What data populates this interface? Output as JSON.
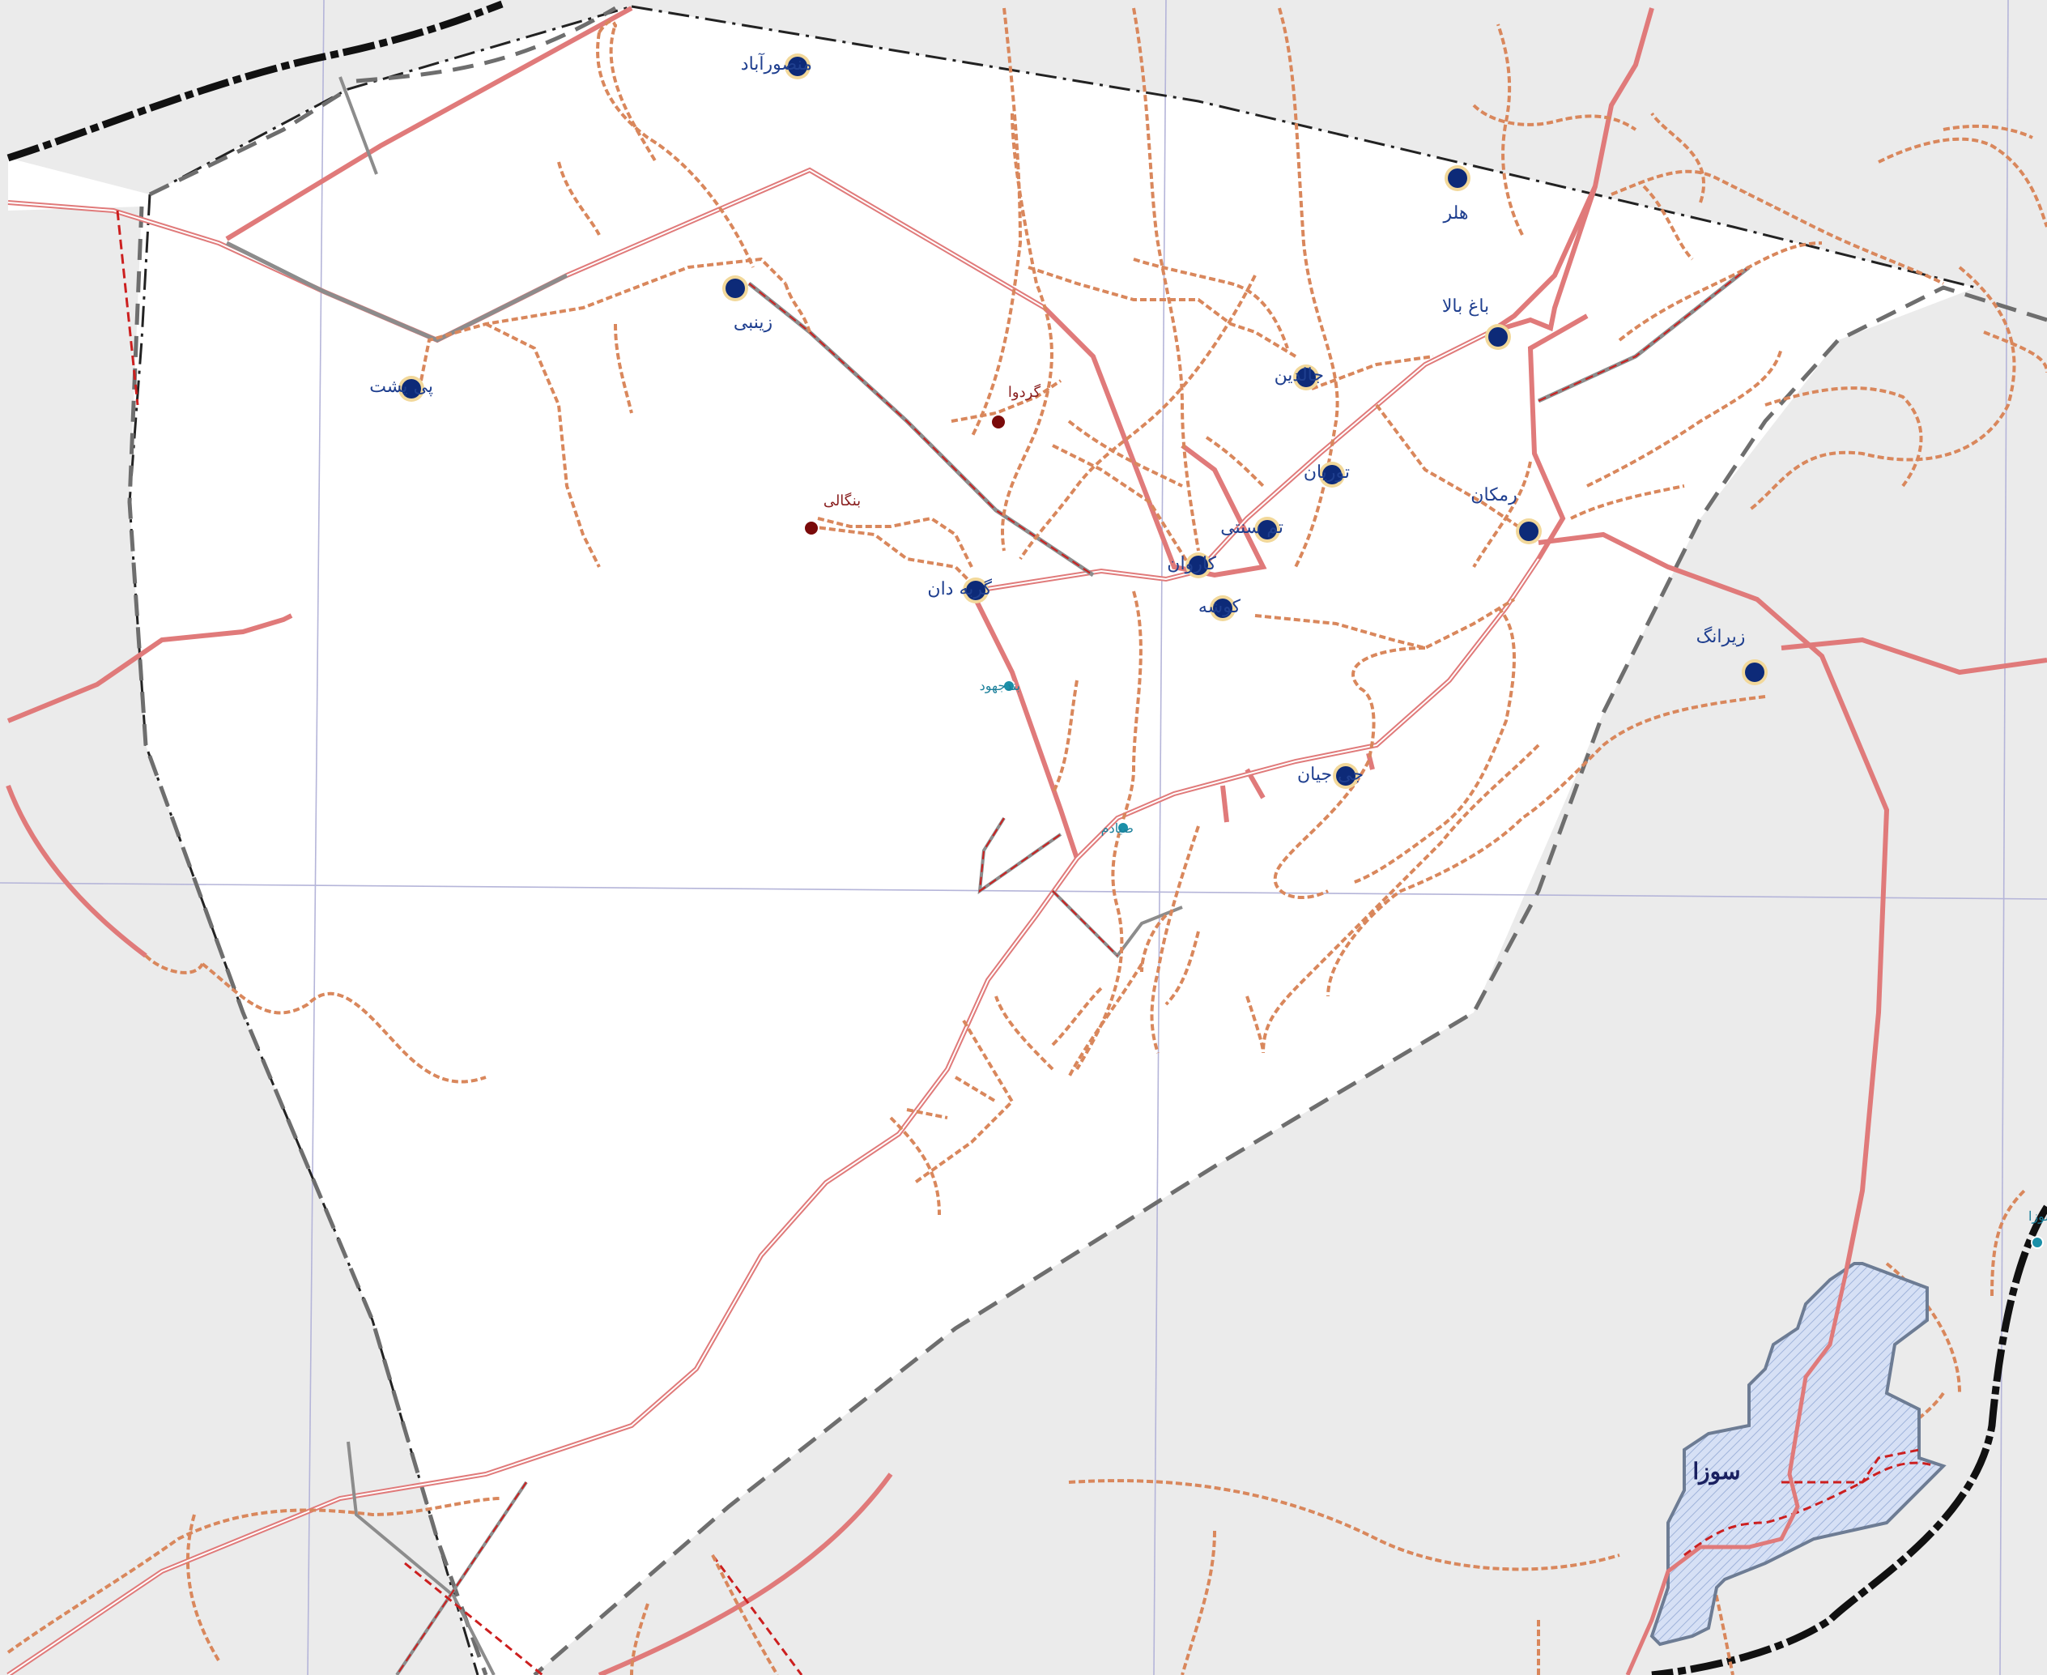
{
  "map": {
    "colors": {
      "outside": "#ebebeb",
      "inside": "#ffffff",
      "road_primary": "#e07a7a",
      "road_track": "#d9875c",
      "road_red_dash": "#cc1f1f",
      "road_grey": "#8c8c8c",
      "grid": "#b5b5d9",
      "boundary": "#6e6e6e",
      "border_black": "#111111",
      "village_fill": "#0d2a78",
      "village_halo": "#f2d89a",
      "hamlet_fill": "#7a0a0a",
      "site_fill": "#1a8fa8",
      "label_blue": "#1f3f8f",
      "label_red": "#8a2020",
      "label_teal": "#1a7f9a",
      "city_fill": "#d6e0f5",
      "city_stroke": "#6d7c94",
      "city_label": "#1a2060"
    },
    "villages": [
      {
        "name": "منصورآباد",
        "kind": "village"
      },
      {
        "name": "هلر",
        "kind": "village"
      },
      {
        "name": "زینبی",
        "kind": "village"
      },
      {
        "name": "پی پشت",
        "kind": "village"
      },
      {
        "name": "باغ بالا",
        "kind": "village"
      },
      {
        "name": "جالدین",
        "kind": "village"
      },
      {
        "name": "توریان",
        "kind": "village"
      },
      {
        "name": "رمکان",
        "kind": "village"
      },
      {
        "name": "تم سنتی",
        "kind": "village"
      },
      {
        "name": "کاروان",
        "kind": "village"
      },
      {
        "name": "کوشه",
        "kind": "village"
      },
      {
        "name": "گربه دان",
        "kind": "village"
      },
      {
        "name": "زیرانگ",
        "kind": "village"
      },
      {
        "name": "جی جیان",
        "kind": "village"
      },
      {
        "name": "گردوا",
        "kind": "hamlet"
      },
      {
        "name": "بنگالی",
        "kind": "hamlet"
      },
      {
        "name": "بندجهود",
        "kind": "site"
      },
      {
        "name": "صیادم",
        "kind": "site"
      },
      {
        "name": "نخلستانهای سوزا",
        "kind": "site"
      }
    ],
    "city": {
      "name": "سوزا"
    }
  }
}
